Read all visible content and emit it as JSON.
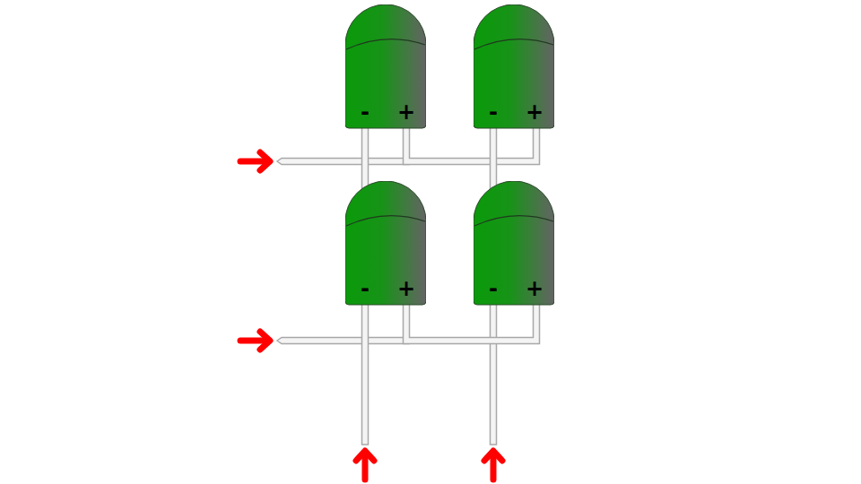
{
  "diagram": {
    "nodes": [
      {
        "text": [
          "-",
          "+"
        ]
      },
      {
        "text": [
          "-",
          "+"
        ]
      },
      {
        "text": [
          "-",
          "+"
        ]
      },
      {
        "text": [
          "-",
          "+"
        ]
      }
    ],
    "edges": [
      {
        "from": 0,
        "to": 1,
        "arrow": "none"
      },
      {
        "from": 2,
        "to": 3,
        "arrow": "none"
      },
      {
        "from": 0,
        "to": 2,
        "arrow": "none"
      },
      {
        "from": 1,
        "to": 3,
        "arrow": "none"
      }
    ]
  }
}
